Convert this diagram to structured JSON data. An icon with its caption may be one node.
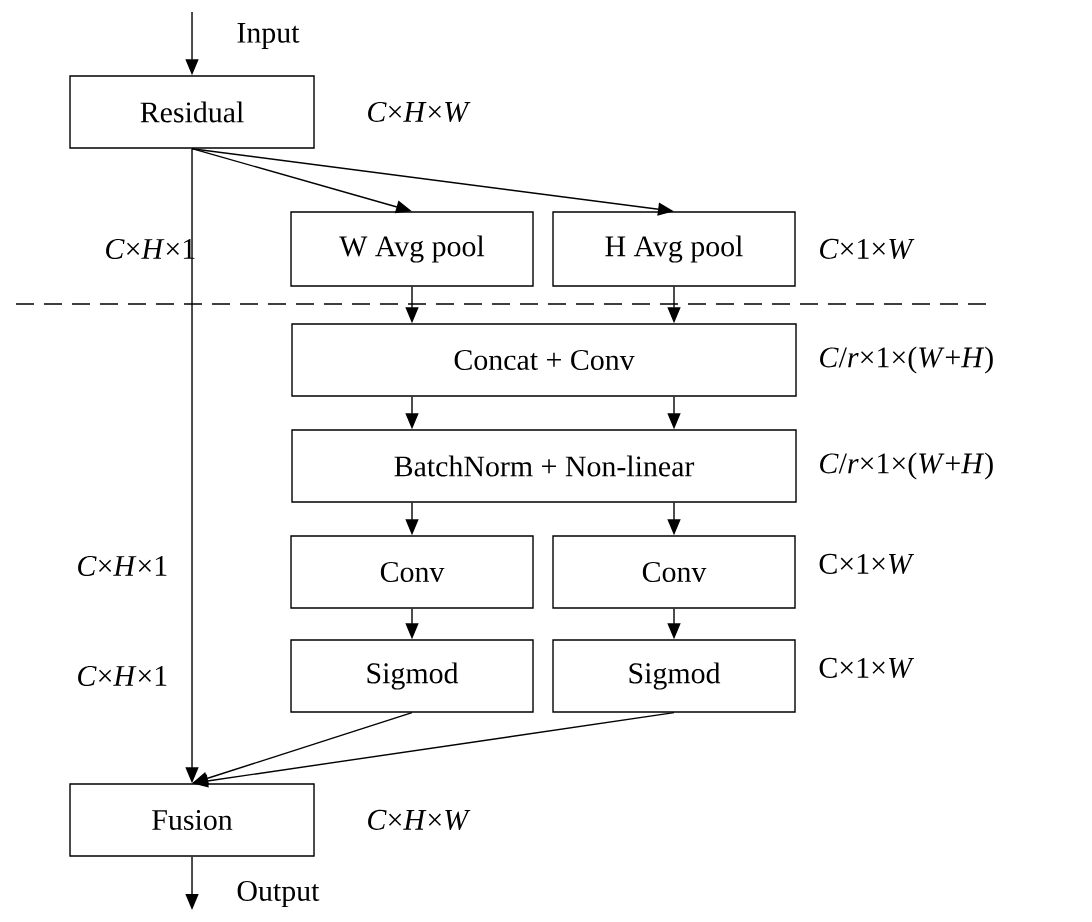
{
  "diagram": {
    "nodes": [
      {
        "text": [
          "Residual"
        ]
      },
      {
        "text": [
          "W Avg pool"
        ]
      },
      {
        "text": [
          "H Avg pool"
        ]
      },
      {
        "text": [
          "Concat + Conv"
        ]
      },
      {
        "text": [
          "BatchNorm + Non-linear"
        ]
      },
      {
        "text": [
          "Conv"
        ]
      },
      {
        "text": [
          "Conv"
        ]
      },
      {
        "text": [
          "Sigmod"
        ]
      },
      {
        "text": [
          "Sigmod"
        ]
      },
      {
        "text": [
          "Fusion"
        ]
      }
    ],
    "edges": [
      {
        "from": null,
        "to": 0,
        "arrow": "to",
        "label": "Input"
      },
      {
        "from": 0,
        "to": 1,
        "arrow": "to"
      },
      {
        "from": 0,
        "to": 2,
        "arrow": "to"
      },
      {
        "from": 1,
        "to": 3,
        "arrow": "to"
      },
      {
        "from": 2,
        "to": 3,
        "arrow": "to"
      },
      {
        "from": 3,
        "to": 4,
        "arrow": "to"
      },
      {
        "from": 3,
        "to": 4,
        "arrow": "to"
      },
      {
        "from": 4,
        "to": 5,
        "arrow": "to"
      },
      {
        "from": 4,
        "to": 6,
        "arrow": "to"
      },
      {
        "from": 5,
        "to": 7,
        "arrow": "to"
      },
      {
        "from": 6,
        "to": 8,
        "arrow": "to"
      },
      {
        "from": 0,
        "to": 9,
        "arrow": "to"
      },
      {
        "from": 7,
        "to": 9,
        "arrow": "to"
      },
      {
        "from": 8,
        "to": 9,
        "arrow": "to"
      },
      {
        "from": 9,
        "to": null,
        "arrow": "to",
        "label": "Output"
      }
    ],
    "labels": [
      "*C*×*H*×*W*",
      "*C*×*H*×1",
      "*C*×1×*W*",
      "*C*/*r*×1×(*W*+*H*)",
      "*C*/*r*×1×(*W*+*H*)",
      "*C*×*H*×1",
      "C×1×*W*",
      "*C*×*H*×1",
      "C×1×*W*",
      "*C*×*H*×*W*"
    ]
  }
}
